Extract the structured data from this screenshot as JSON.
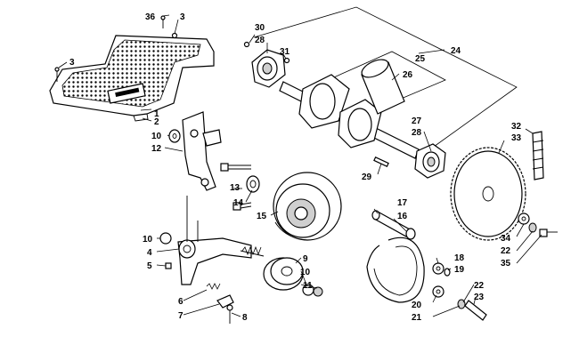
{
  "callouts": [
    "1",
    "2",
    "3",
    "3",
    "4",
    "5",
    "6",
    "7",
    "8",
    "9",
    "10",
    "10",
    "10",
    "11",
    "12",
    "13",
    "14",
    "15",
    "16",
    "17",
    "18",
    "19",
    "20",
    "21",
    "22",
    "22",
    "23",
    "24",
    "25",
    "26",
    "27",
    "28",
    "28",
    "29",
    "30",
    "31",
    "32",
    "33",
    "34",
    "35",
    "36"
  ]
}
